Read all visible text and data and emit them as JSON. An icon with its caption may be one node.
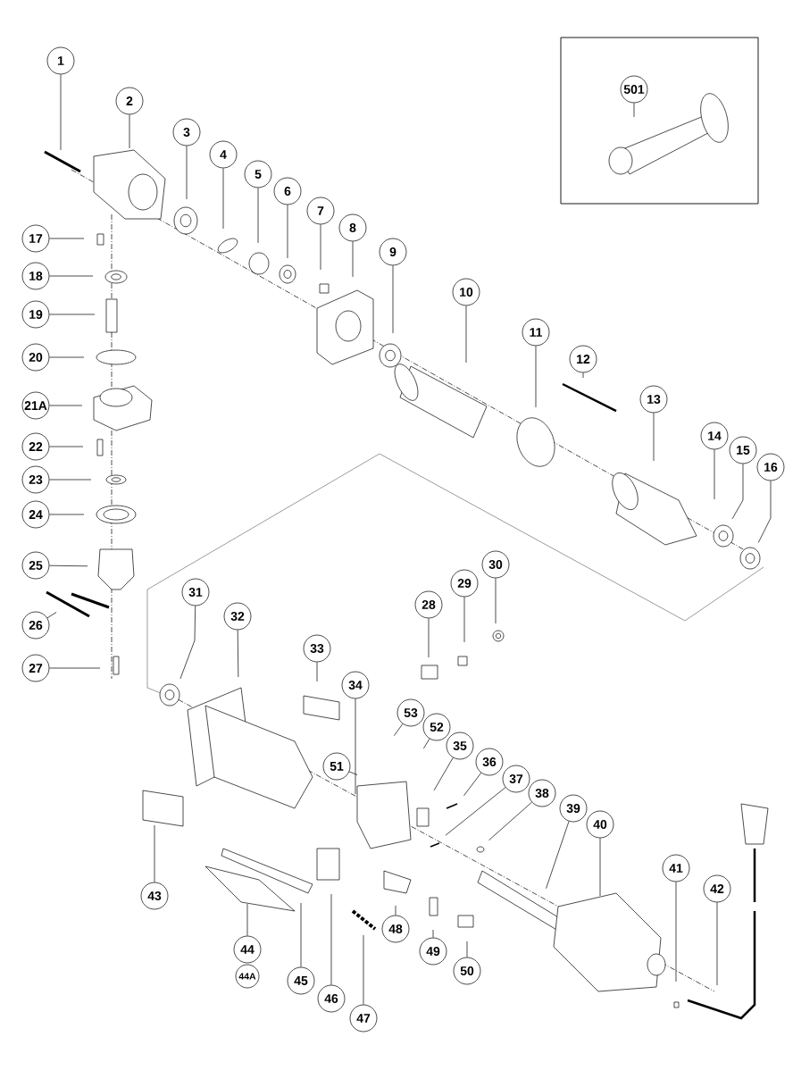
{
  "diagram": {
    "nodes": [
      {
        "text": [
          "1"
        ]
      },
      {
        "text": [
          "2"
        ]
      },
      {
        "text": [
          "3"
        ]
      },
      {
        "text": [
          "4"
        ]
      },
      {
        "text": [
          "5"
        ]
      },
      {
        "text": [
          "6"
        ]
      },
      {
        "text": [
          "7"
        ]
      },
      {
        "text": [
          "8"
        ]
      },
      {
        "text": [
          "9"
        ]
      },
      {
        "text": [
          "10"
        ]
      },
      {
        "text": [
          "11"
        ]
      },
      {
        "text": [
          "12"
        ]
      },
      {
        "text": [
          "13"
        ]
      },
      {
        "text": [
          "14"
        ]
      },
      {
        "text": [
          "15"
        ]
      },
      {
        "text": [
          "16"
        ]
      },
      {
        "text": [
          "17"
        ]
      },
      {
        "text": [
          "18"
        ]
      },
      {
        "text": [
          "19"
        ]
      },
      {
        "text": [
          "20"
        ]
      },
      {
        "text": [
          "21A"
        ]
      },
      {
        "text": [
          "22"
        ]
      },
      {
        "text": [
          "23"
        ]
      },
      {
        "text": [
          "24"
        ]
      },
      {
        "text": [
          "25"
        ]
      },
      {
        "text": [
          "26"
        ]
      },
      {
        "text": [
          "27"
        ]
      },
      {
        "text": [
          "28"
        ]
      },
      {
        "text": [
          "29"
        ]
      },
      {
        "text": [
          "30"
        ]
      },
      {
        "text": [
          "31"
        ]
      },
      {
        "text": [
          "32"
        ]
      },
      {
        "text": [
          "33"
        ]
      },
      {
        "text": [
          "34"
        ]
      },
      {
        "text": [
          "35"
        ]
      },
      {
        "text": [
          "36"
        ]
      },
      {
        "text": [
          "37"
        ]
      },
      {
        "text": [
          "38"
        ]
      },
      {
        "text": [
          "39"
        ]
      },
      {
        "text": [
          "40"
        ]
      },
      {
        "text": [
          "41"
        ]
      },
      {
        "text": [
          "42"
        ]
      },
      {
        "text": [
          "43"
        ]
      },
      {
        "text": [
          "44"
        ]
      },
      {
        "text": [
          "44A"
        ]
      },
      {
        "text": [
          "45"
        ]
      },
      {
        "text": [
          "46"
        ]
      },
      {
        "text": [
          "47"
        ]
      },
      {
        "text": [
          "48"
        ]
      },
      {
        "text": [
          "49"
        ]
      },
      {
        "text": [
          "50"
        ]
      },
      {
        "text": [
          "51"
        ]
      },
      {
        "text": [
          "52"
        ]
      },
      {
        "text": [
          "53"
        ]
      },
      {
        "text": [
          "501"
        ]
      }
    ],
    "edges": [
      {
        "from": 0,
        "to": null,
        "arrow": "none"
      },
      {
        "from": 1,
        "to": null,
        "arrow": "none"
      },
      {
        "from": 2,
        "to": null,
        "arrow": "none"
      },
      {
        "from": 3,
        "to": null,
        "arrow": "none"
      },
      {
        "from": 4,
        "to": null,
        "arrow": "none"
      },
      {
        "from": 5,
        "to": null,
        "arrow": "none"
      },
      {
        "from": 6,
        "to": null,
        "arrow": "none"
      },
      {
        "from": 7,
        "to": null,
        "arrow": "none"
      },
      {
        "from": 8,
        "to": null,
        "arrow": "none"
      },
      {
        "from": 9,
        "to": null,
        "arrow": "none"
      },
      {
        "from": 10,
        "to": null,
        "arrow": "none"
      },
      {
        "from": 11,
        "to": null,
        "arrow": "none"
      },
      {
        "from": 12,
        "to": null,
        "arrow": "none"
      },
      {
        "from": 13,
        "to": null,
        "arrow": "none"
      },
      {
        "from": 14,
        "to": null,
        "arrow": "none"
      },
      {
        "from": 15,
        "to": null,
        "arrow": "none"
      },
      {
        "from": 16,
        "to": null,
        "arrow": "none"
      },
      {
        "from": 17,
        "to": null,
        "arrow": "none"
      },
      {
        "from": 18,
        "to": null,
        "arrow": "none"
      },
      {
        "from": 19,
        "to": null,
        "arrow": "none"
      },
      {
        "from": 20,
        "to": null,
        "arrow": "none"
      },
      {
        "from": 21,
        "to": null,
        "arrow": "none"
      },
      {
        "from": 22,
        "to": null,
        "arrow": "none"
      },
      {
        "from": 23,
        "to": null,
        "arrow": "none"
      },
      {
        "from": 24,
        "to": null,
        "arrow": "none"
      },
      {
        "from": 25,
        "to": null,
        "arrow": "none"
      },
      {
        "from": 26,
        "to": null,
        "arrow": "none"
      },
      {
        "from": 27,
        "to": null,
        "arrow": "none"
      },
      {
        "from": 28,
        "to": null,
        "arrow": "none"
      },
      {
        "from": 29,
        "to": null,
        "arrow": "none"
      },
      {
        "from": 30,
        "to": null,
        "arrow": "none"
      },
      {
        "from": 31,
        "to": null,
        "arrow": "none"
      },
      {
        "from": 32,
        "to": null,
        "arrow": "none"
      },
      {
        "from": 33,
        "to": null,
        "arrow": "none"
      },
      {
        "from": 34,
        "to": null,
        "arrow": "none"
      },
      {
        "from": 35,
        "to": null,
        "arrow": "none"
      },
      {
        "from": 36,
        "to": null,
        "arrow": "none"
      },
      {
        "from": 37,
        "to": null,
        "arrow": "none"
      },
      {
        "from": 38,
        "to": null,
        "arrow": "none"
      },
      {
        "from": 39,
        "to": null,
        "arrow": "none"
      },
      {
        "from": 40,
        "to": null,
        "arrow": "none"
      },
      {
        "from": 41,
        "to": null,
        "arrow": "none"
      },
      {
        "from": 42,
        "to": null,
        "arrow": "none"
      },
      {
        "from": 43,
        "to": null,
        "arrow": "none"
      },
      {
        "from": 45,
        "to": null,
        "arrow": "none"
      },
      {
        "from": 46,
        "to": null,
        "arrow": "none"
      },
      {
        "from": 47,
        "to": null,
        "arrow": "none"
      },
      {
        "from": 48,
        "to": null,
        "arrow": "none"
      },
      {
        "from": 49,
        "to": null,
        "arrow": "none"
      },
      {
        "from": 50,
        "to": null,
        "arrow": "none"
      },
      {
        "from": 51,
        "to": null,
        "arrow": "none"
      },
      {
        "from": 52,
        "to": null,
        "arrow": "none"
      },
      {
        "from": 53,
        "to": null,
        "arrow": "none"
      },
      {
        "from": 54,
        "to": null,
        "arrow": "none"
      }
    ]
  }
}
